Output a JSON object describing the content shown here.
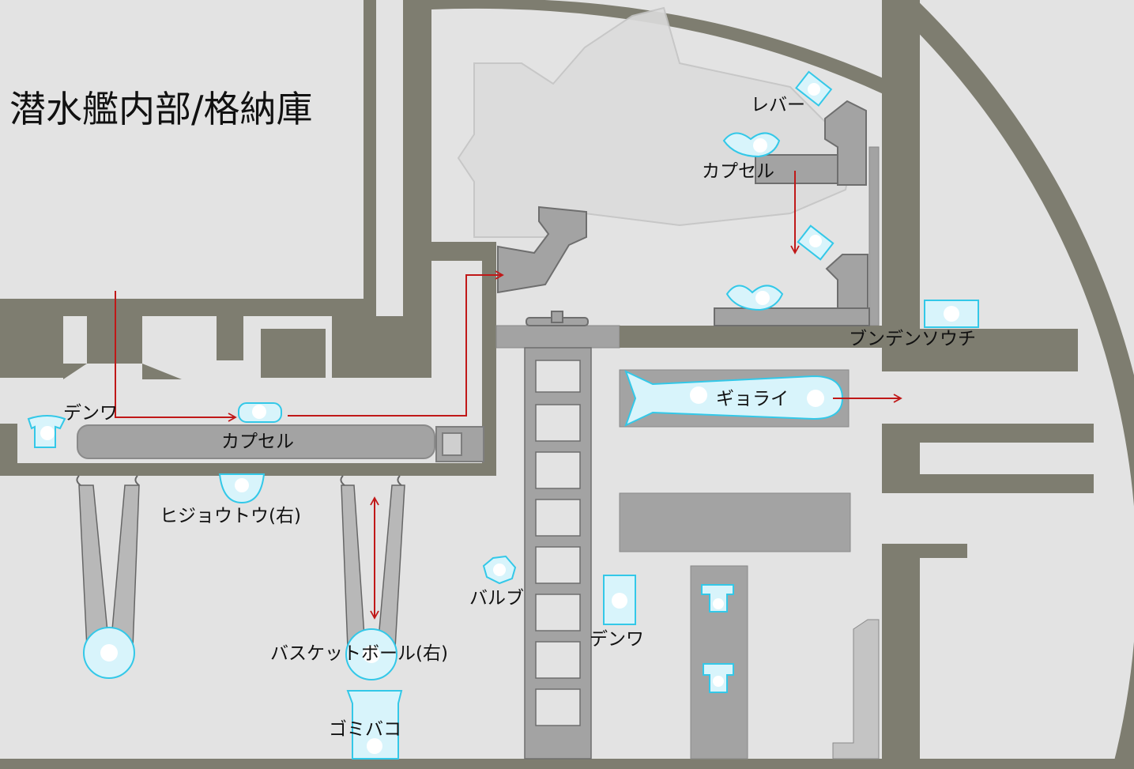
{
  "title": "潜水艦内部/格納庫",
  "labels": {
    "lever": "レバー",
    "capsule_top": "カプセル",
    "denwa_left": "デンワ",
    "capsule_left": "カプセル",
    "bundensouchi": "ブンデンソウチ",
    "gyorai": "ギョライ",
    "hijoutou": "ヒジョウトウ(右)",
    "valve": "バルブ",
    "denwa_mid": "デンワ",
    "basketball": "バスケットボール(右)",
    "gomibako": "ゴミバコ"
  },
  "colors": {
    "background": "#e3e3e3",
    "wall": "#7e7d70",
    "machine": "#a3a3a3",
    "machine_dark": "#8e8e8e",
    "item_fill": "#d8f4fb",
    "item_stroke": "#33c8e8",
    "arrow": "#c01818"
  },
  "icons": [
    "lever-icon",
    "capsule-icon",
    "phone-icon",
    "switchboard-icon",
    "torpedo-icon",
    "flare-icon",
    "valve-icon",
    "basketball-icon",
    "trash-can-icon",
    "pulley-icon",
    "ladder"
  ]
}
